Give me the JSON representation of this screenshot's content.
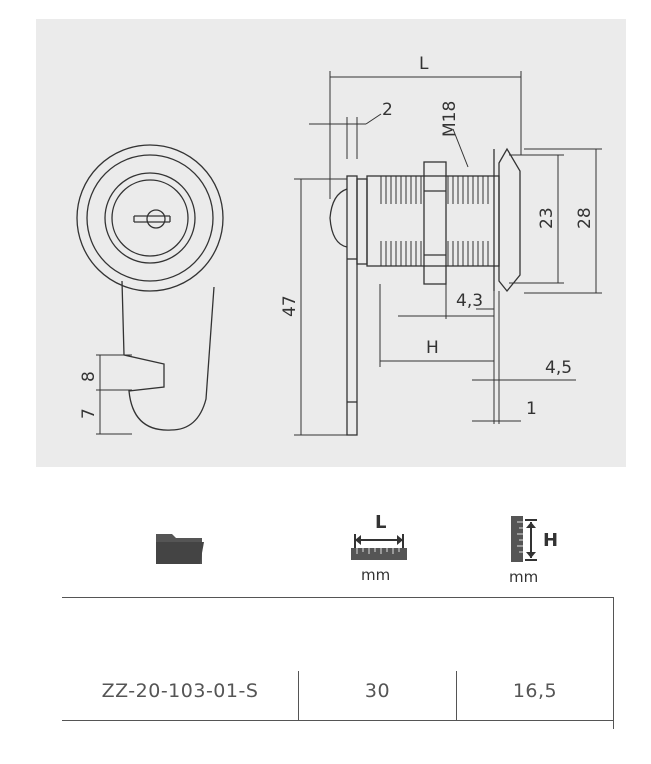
{
  "drawing": {
    "dims": {
      "L": "L",
      "two": "2",
      "m18": "M18",
      "d23": "23",
      "d28": "28",
      "d47": "47",
      "d43": "4,3",
      "H": "H",
      "d45": "4,5",
      "d1": "1",
      "d8": "8",
      "d7": "7"
    }
  },
  "table": {
    "headers": {
      "folder_icon": "folder-icon",
      "length_icon": "ruler-length-icon",
      "length_letter": "L",
      "length_unit": "mm",
      "height_icon": "ruler-height-icon",
      "height_letter": "H",
      "height_unit": "mm"
    },
    "row": {
      "code": "ZZ-20-103-01-S",
      "length": "30",
      "height": "16,5"
    }
  },
  "colors": {
    "panel": "#ebebeb",
    "line": "#333333",
    "folder": "#555555"
  }
}
